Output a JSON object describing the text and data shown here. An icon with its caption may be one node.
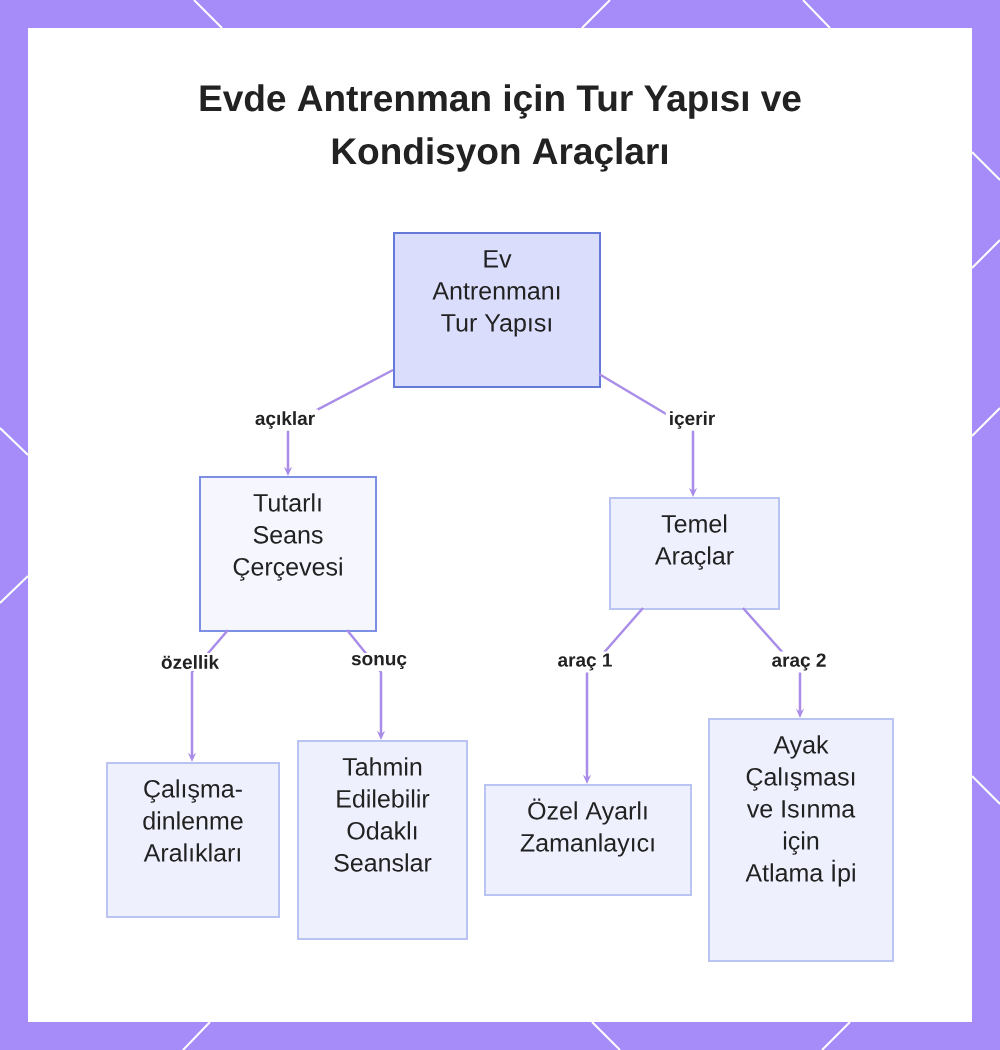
{
  "diagram": {
    "title": "Evde Antrenman için Tur Yapısı ve Kondisyon Araçları",
    "nodes": [
      {
        "text": [
          "Ev Antrenmanı Tur Yapısı"
        ]
      },
      {
        "text": [
          "Tutarlı Seans Çerçevesi"
        ]
      },
      {
        "text": [
          "Temel Araçlar"
        ]
      },
      {
        "text": [
          "Çalışma-dinlenme Aralıkları"
        ]
      },
      {
        "text": [
          "Tahmin Edilebilir Odaklı Seanslar"
        ]
      },
      {
        "text": [
          "Özel Ayarlı Zamanlayıcı"
        ]
      },
      {
        "text": [
          "Ayak Çalışması ve Isınma için Atlama İpi"
        ]
      }
    ],
    "edges": [
      {
        "from": 0,
        "to": 1,
        "arrow": "to",
        "label": "açıklar"
      },
      {
        "from": 0,
        "to": 2,
        "arrow": "to",
        "label": "içerir"
      },
      {
        "from": 1,
        "to": 3,
        "arrow": "to",
        "label": "özellik"
      },
      {
        "from": 1,
        "to": 4,
        "arrow": "to",
        "label": "sonuç"
      },
      {
        "from": 2,
        "to": 5,
        "arrow": "to",
        "label": "araç 1"
      },
      {
        "from": 2,
        "to": 6,
        "arrow": "to",
        "label": "araç 2"
      }
    ]
  }
}
